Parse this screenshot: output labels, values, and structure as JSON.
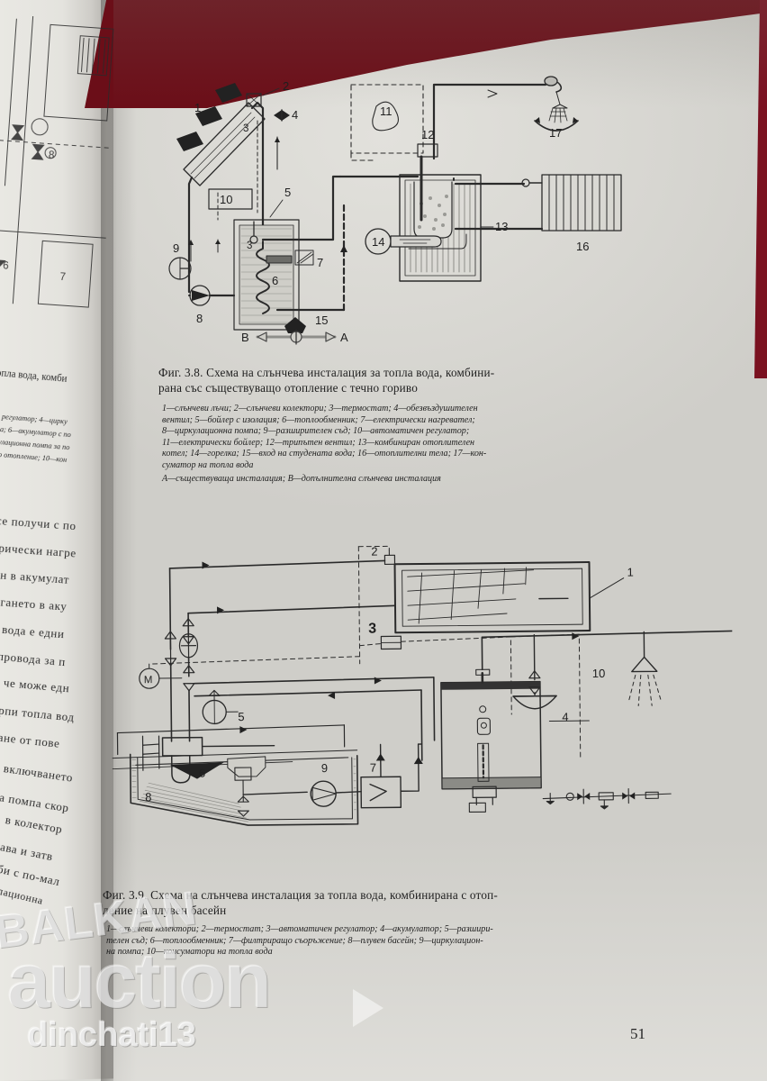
{
  "page": {
    "number": "51",
    "background_color": "#d9d9d4",
    "accent_red": "#6b0e18"
  },
  "left_page": {
    "caption_fragment": "опла вода, комби",
    "legend_fragments": [
      "регулатор; 4—цирку",
      "а; 6—акумулатор с по",
      "улационна помпа за по",
      "о отопление; 10—кон"
    ],
    "body_fragments": [
      "се получи с по",
      "трически нагре",
      "ен в акумулат",
      "ягането в аку",
      "а вода е едни",
      "опровода за п",
      "че може едн",
      "ерпи топла вод",
      "гане от пове",
      "включването",
      "на помпа скор",
      "в колектор",
      "шава и затв",
      "ъби с по-мал",
      "кулационна"
    ],
    "diagram_label": "7",
    "diagram_label_2": "8",
    "diagram_label_3": "6"
  },
  "figure_38": {
    "caption_title_line1": "Фиг. 3.8. Схема на  слънчева инсталация  за топла   вода, комбини-",
    "caption_title_line2": "рана със съществуващо отопление с течно гориво",
    "legend_lines": [
      "1—слънчеви   лъчи; 2—слънчеви   колектори; 3—термостат; 4—обезвъздушителен",
      "вентил; 5—бойлер с изолация;  6—топлообменник;  7—електрически  нагревател;",
      "8—циркулационна помпа;  9—разширителен  съд;  10—автоматичен  регулатор;",
      "11—електрически бойлер;  12—трипътен  вентил;  13—комбиниран отоплителен",
      "котел; 14—горелка; 15—вход на студената вода; 16—отоплителни тела;  17—кон-",
      "суматор на топла  вода",
      "А—съществуваща инсталация; В—допълнителна слънчева инсталация"
    ],
    "labels": {
      "1": "1",
      "2": "2",
      "3": "3",
      "4": "4",
      "5": "5",
      "6": "6",
      "7": "7",
      "8": "8",
      "9": "9",
      "10": "10",
      "11": "11",
      "12": "12",
      "13": "13",
      "14": "14",
      "15": "15",
      "16": "16",
      "17": "17",
      "A": "A",
      "B": "B"
    }
  },
  "figure_39": {
    "caption_title_line1": "Фиг. 3.9. Схема  на  слънчева  инсталация за топла  вода, комбинирана  с  отоп-",
    "caption_title_line2": "ление на плувен басейн",
    "legend_lines": [
      "1—слънчеви колектори; 2—термостат; 3—автоматичен регулатор; 4—акумулатор; 5—разшири-",
      "телен съд; 6—топлообменник; 7—филтриращо съоръжение; 8—плувен басейн; 9—циркулацион-",
      "на помпа; 10—консуматори на топла вода"
    ],
    "labels": {
      "1": "1",
      "2": "2",
      "3": "3",
      "4": "4",
      "5": "5",
      "6": "6",
      "7": "7",
      "8": "8",
      "9": "9",
      "10": "10",
      "M": "M"
    }
  },
  "watermark": {
    "line1": "BALKAN",
    "line2": "auction",
    "line3": "dinchati13"
  }
}
